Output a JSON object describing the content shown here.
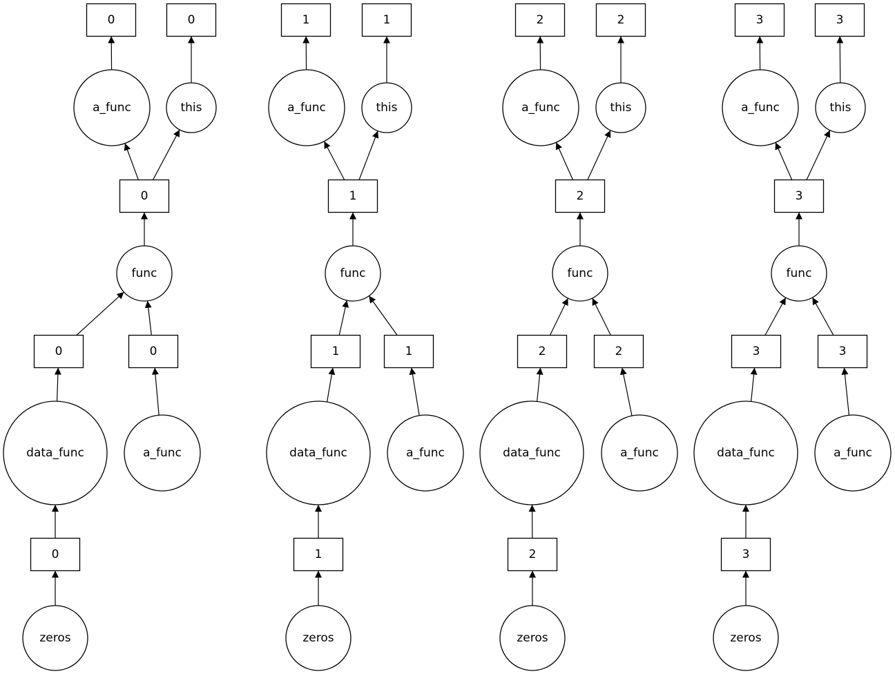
{
  "columns": [
    {
      "tops": [
        "0",
        "0"
      ],
      "funcs": [
        "a_func",
        "this"
      ],
      "key": "0",
      "center": "func",
      "inputs": [
        "0",
        "0"
      ],
      "sources": [
        "data_func",
        "a_func"
      ],
      "seed": "0",
      "root": "zeros"
    },
    {
      "tops": [
        "1",
        "1"
      ],
      "funcs": [
        "a_func",
        "this"
      ],
      "key": "1",
      "center": "func",
      "inputs": [
        "1",
        "1"
      ],
      "sources": [
        "data_func",
        "a_func"
      ],
      "seed": "1",
      "root": "zeros"
    },
    {
      "tops": [
        "2",
        "2"
      ],
      "funcs": [
        "a_func",
        "this"
      ],
      "key": "2",
      "center": "func",
      "inputs": [
        "2",
        "2"
      ],
      "sources": [
        "data_func",
        "a_func"
      ],
      "seed": "2",
      "root": "zeros"
    },
    {
      "tops": [
        "3",
        "3"
      ],
      "funcs": [
        "a_func",
        "this"
      ],
      "key": "3",
      "center": "func",
      "inputs": [
        "3",
        "3"
      ],
      "sources": [
        "data_func",
        "a_func"
      ],
      "seed": "3",
      "root": "zeros"
    }
  ]
}
